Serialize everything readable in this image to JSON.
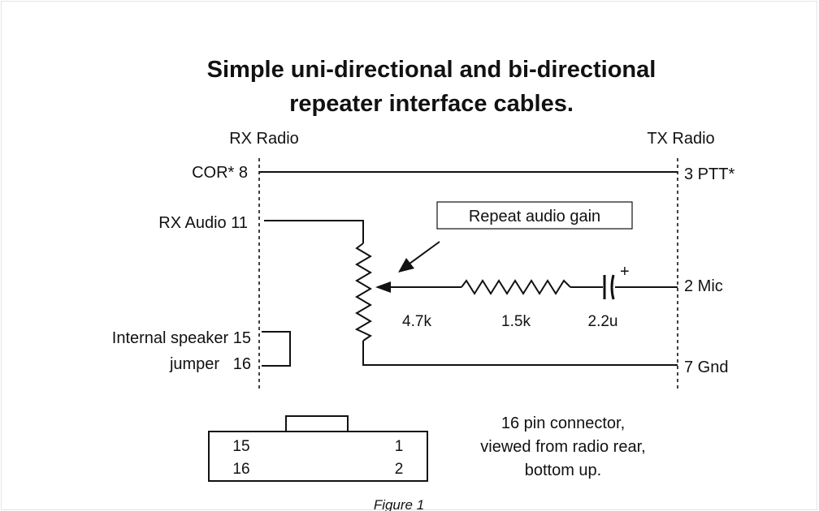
{
  "title": {
    "line1": "Simple uni-directional and bi-directional",
    "line2": "repeater interface cables."
  },
  "headers": {
    "left": "RX Radio",
    "right": "TX Radio"
  },
  "left_pins": {
    "cor": "COR* 8",
    "rx_audio": "RX Audio 11",
    "speaker": "Internal speaker 15",
    "jumper": "jumper   16"
  },
  "right_pins": {
    "ptt": "3 PTT*",
    "mic": "2 Mic",
    "gnd": "7 Gnd"
  },
  "callout": "Repeat audio gain",
  "components": {
    "pot": "4.7k",
    "resistor": "1.5k",
    "capacitor": "2.2u",
    "cap_polarity": "+"
  },
  "connector": {
    "pin_tl": "15",
    "pin_tr": "1",
    "pin_bl": "16",
    "pin_br": "2",
    "description_line1": "16 pin connector,",
    "description_line2": "viewed from radio rear,",
    "description_line3": "bottom up."
  },
  "caption": "Figure 1"
}
